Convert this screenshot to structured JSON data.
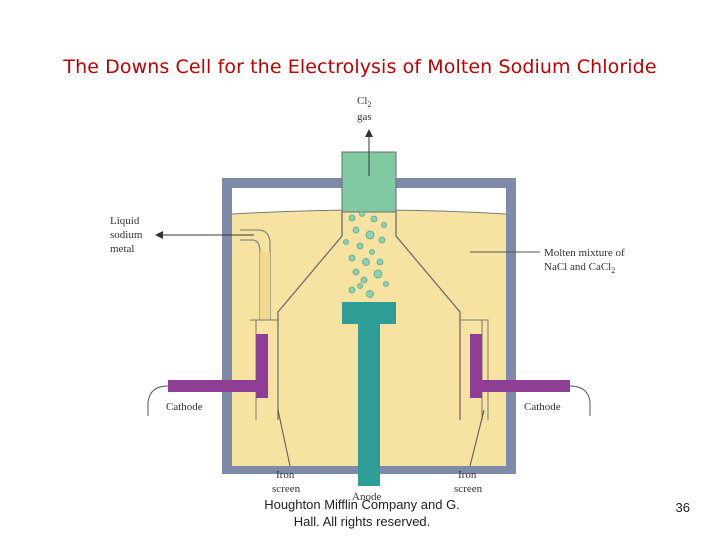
{
  "slide": {
    "title": "The Downs Cell for the Electrolysis of Molten Sodium Chloride",
    "footer_line1": "Houghton Mifflin Company and G.",
    "footer_line2": "Hall. All rights reserved.",
    "page_number": "36"
  },
  "diagram": {
    "labels": {
      "cl2": "Cl",
      "cl2_sub": "2",
      "gas": "gas",
      "liquid_line1": "Liquid",
      "liquid_line2": "sodium",
      "liquid_line3": "metal",
      "molten_line1": "Molten mixture of",
      "molten_line2": "NaCl and CaCl",
      "molten_sub": "2",
      "cathode_left": "Cathode",
      "cathode_right": "Cathode",
      "iron_left": "Iron",
      "screen_left": "screen",
      "iron_right": "Iron",
      "screen_right": "screen",
      "anode": "Anode"
    },
    "colors": {
      "vessel_wall": "#7d8ba8",
      "molten_mixture": "#f7e3a1",
      "chlorine_collector": "#80c9a2",
      "anode": "#2f9e96",
      "cathode": "#8e3f95",
      "bubbles": "#8fd0b4"
    }
  }
}
